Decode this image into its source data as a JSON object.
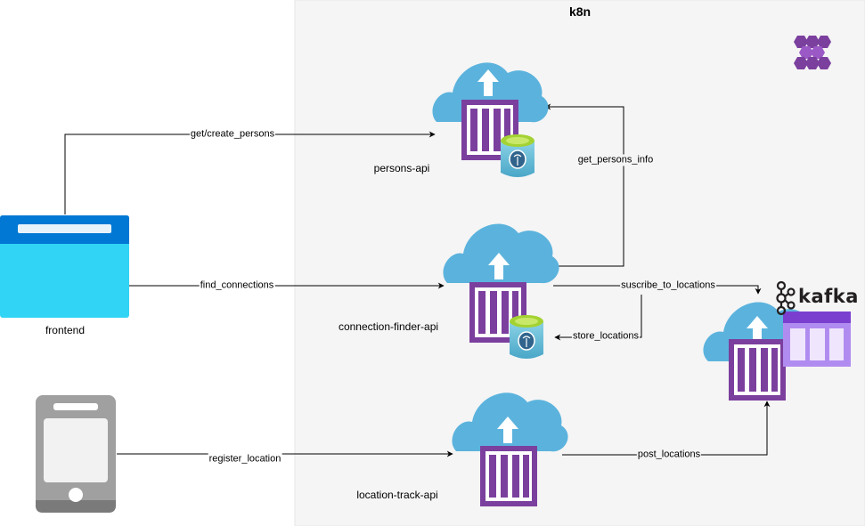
{
  "cluster": {
    "title": "k8n"
  },
  "nodes": {
    "frontend": {
      "label": "frontend"
    },
    "persons_api": {
      "label": "persons-api"
    },
    "connection_finder_api": {
      "label": "connection-finder-api"
    },
    "location_track_api": {
      "label": "location-track-api"
    },
    "kafka": {
      "label": "kafka"
    }
  },
  "edges": {
    "get_create_persons": "get/create_persons",
    "get_persons_info": "get_persons_info",
    "find_connections": "find_connections",
    "suscribe_to_locations": "suscribe_to_locations",
    "store_locations": "store_locations",
    "register_location": "register_location",
    "post_locations": "post_locations"
  },
  "colors": {
    "cluster_bg": "#f5f5f5",
    "cloud": "#5bb3dd",
    "container": "#7b3f9e",
    "browser_top": "#0078d4",
    "browser_body": "#32d4f5",
    "phone": "#a0a0a0",
    "kafka_queue": "#b18cf0"
  }
}
